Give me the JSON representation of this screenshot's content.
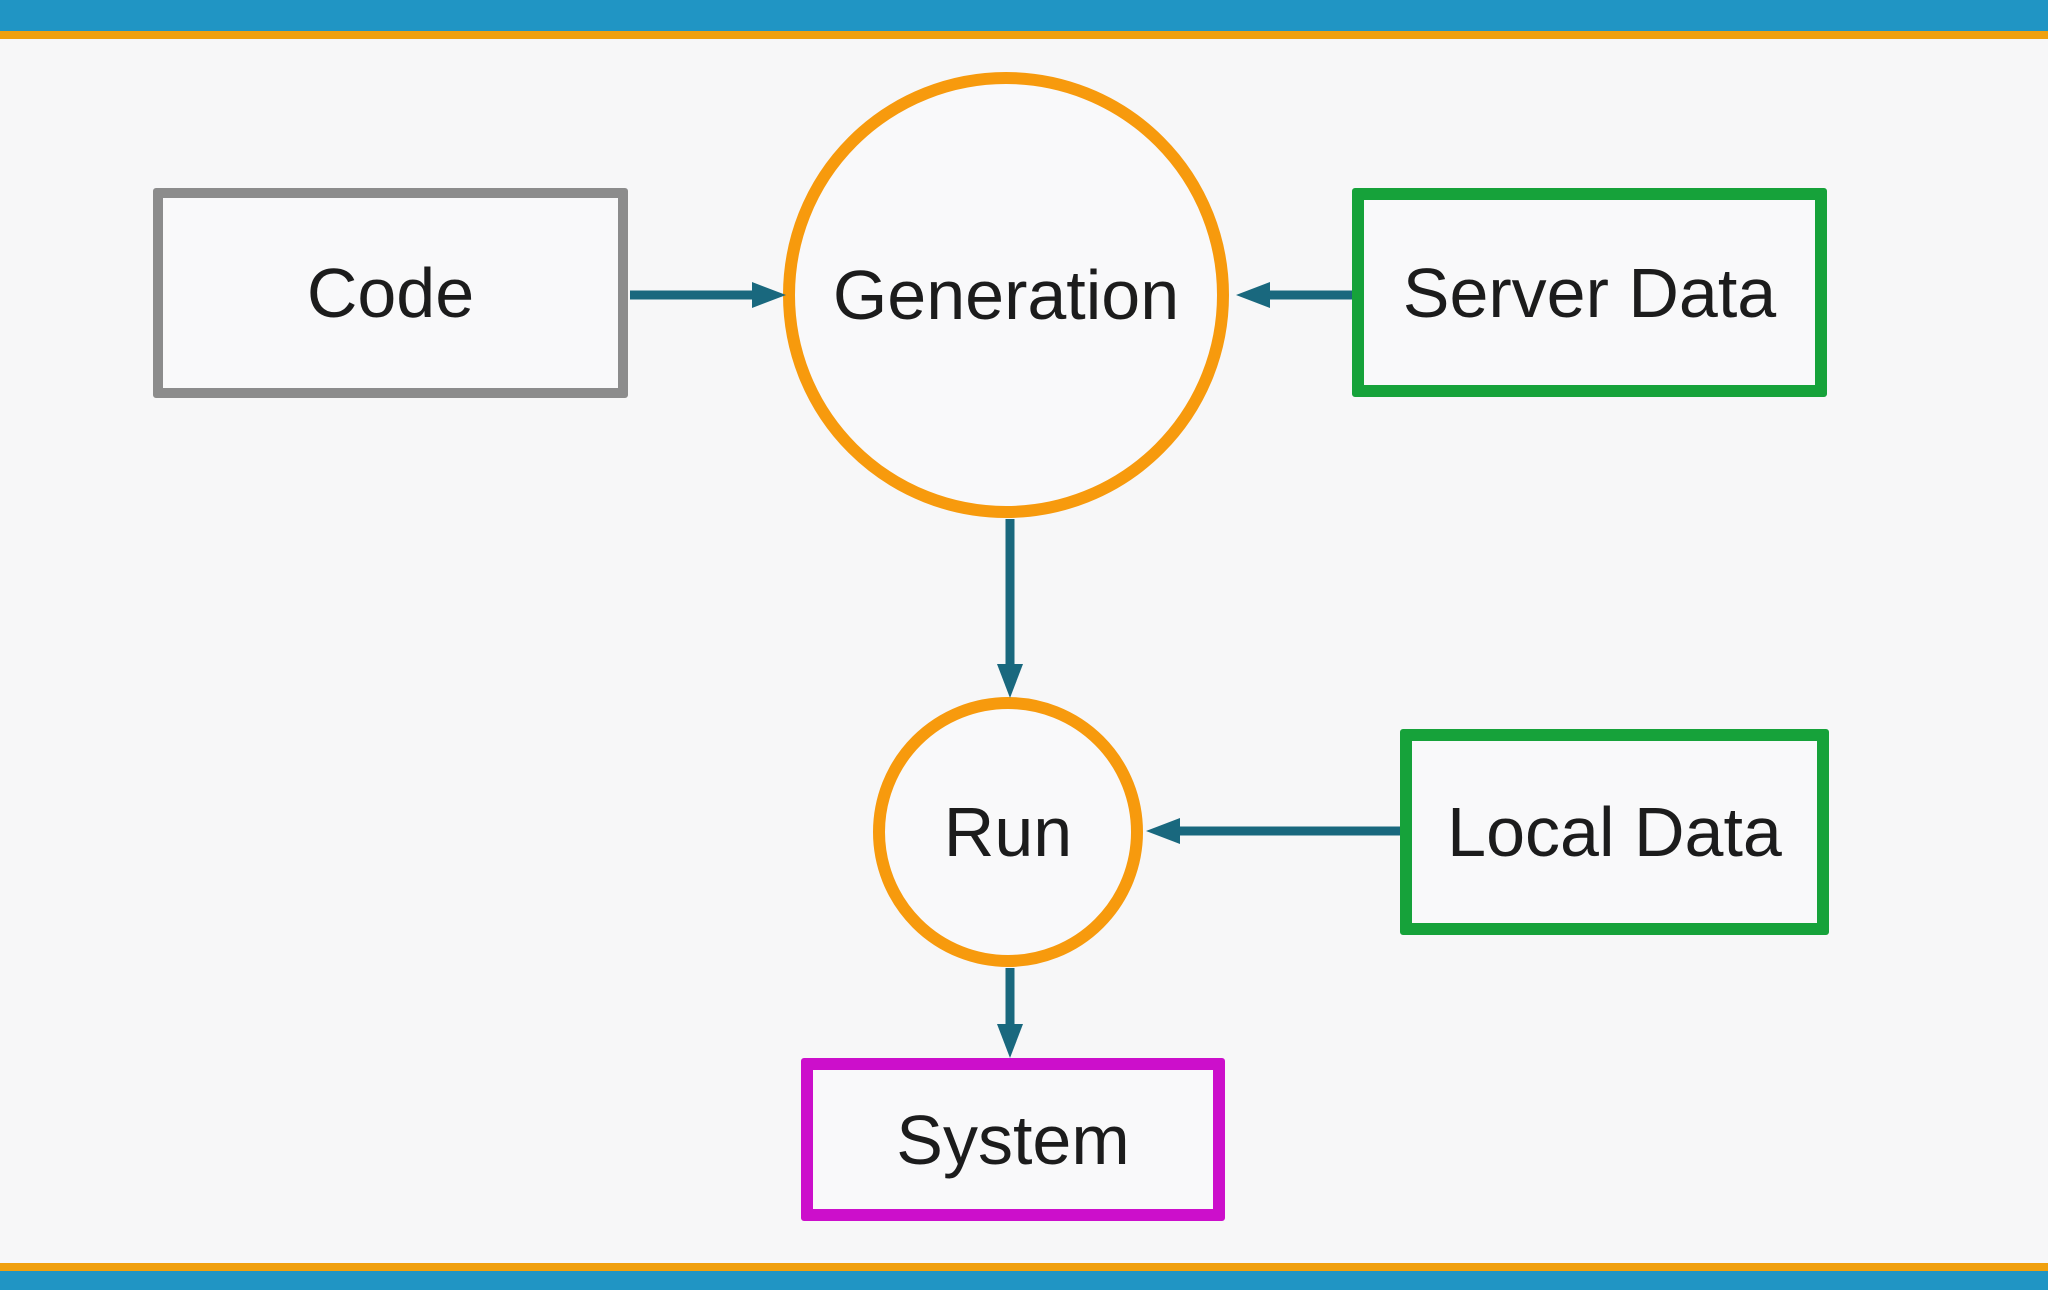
{
  "diagram": {
    "nodes": {
      "code": {
        "label": "Code",
        "shape": "rectangle",
        "border_color_name": "gray"
      },
      "generation": {
        "label": "Generation",
        "shape": "circle",
        "border_color_name": "orange"
      },
      "server_data": {
        "label": "Server Data",
        "shape": "rectangle",
        "border_color_name": "green"
      },
      "run": {
        "label": "Run",
        "shape": "circle",
        "border_color_name": "orange"
      },
      "local_data": {
        "label": "Local Data",
        "shape": "rectangle",
        "border_color_name": "green"
      },
      "system": {
        "label": "System",
        "shape": "rectangle",
        "border_color_name": "magenta"
      }
    },
    "edges": [
      {
        "from": "Code",
        "to": "Generation",
        "direction": "right"
      },
      {
        "from": "Server Data",
        "to": "Generation",
        "direction": "left"
      },
      {
        "from": "Generation",
        "to": "Run",
        "direction": "down"
      },
      {
        "from": "Local Data",
        "to": "Run",
        "direction": "left"
      },
      {
        "from": "Run",
        "to": "System",
        "direction": "down"
      }
    ]
  },
  "colors": {
    "top_bar_blue": "#2095c4",
    "accent_stripe_orange": "#f0a00f",
    "node_circle_orange": "#f79a0d",
    "node_rect_gray": "#8c8c8c",
    "node_rect_green": "#16a23a",
    "node_rect_magenta": "#cc0fcb",
    "arrow_teal": "#19687e",
    "node_fill": "#f9f9fa",
    "background": "#f7f7f8",
    "text": "#1c1c1c"
  }
}
